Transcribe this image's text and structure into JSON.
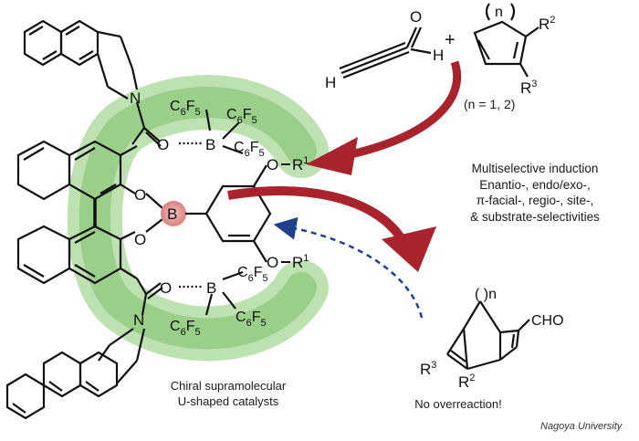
{
  "reagents": {
    "plus": "+",
    "ring_size_note": "(n = 1, 2)"
  },
  "selectivity": {
    "lines": [
      "Multiselective induction",
      "Enantio-, endo/exo-,",
      "π-facial-, regio-, site-,",
      "& substrate-selectivities"
    ]
  },
  "catalyst_caption": {
    "lines": [
      "Chiral supramolecular",
      "U-shaped catalysts"
    ]
  },
  "product_note": "No overreaction!",
  "credit": "Nagoya University",
  "colors": {
    "arrow_red": "#a8232b",
    "arrow_blue": "#1f3f8f",
    "glow_green": "#5fb547",
    "boron_pink": "#e8a1a1"
  }
}
